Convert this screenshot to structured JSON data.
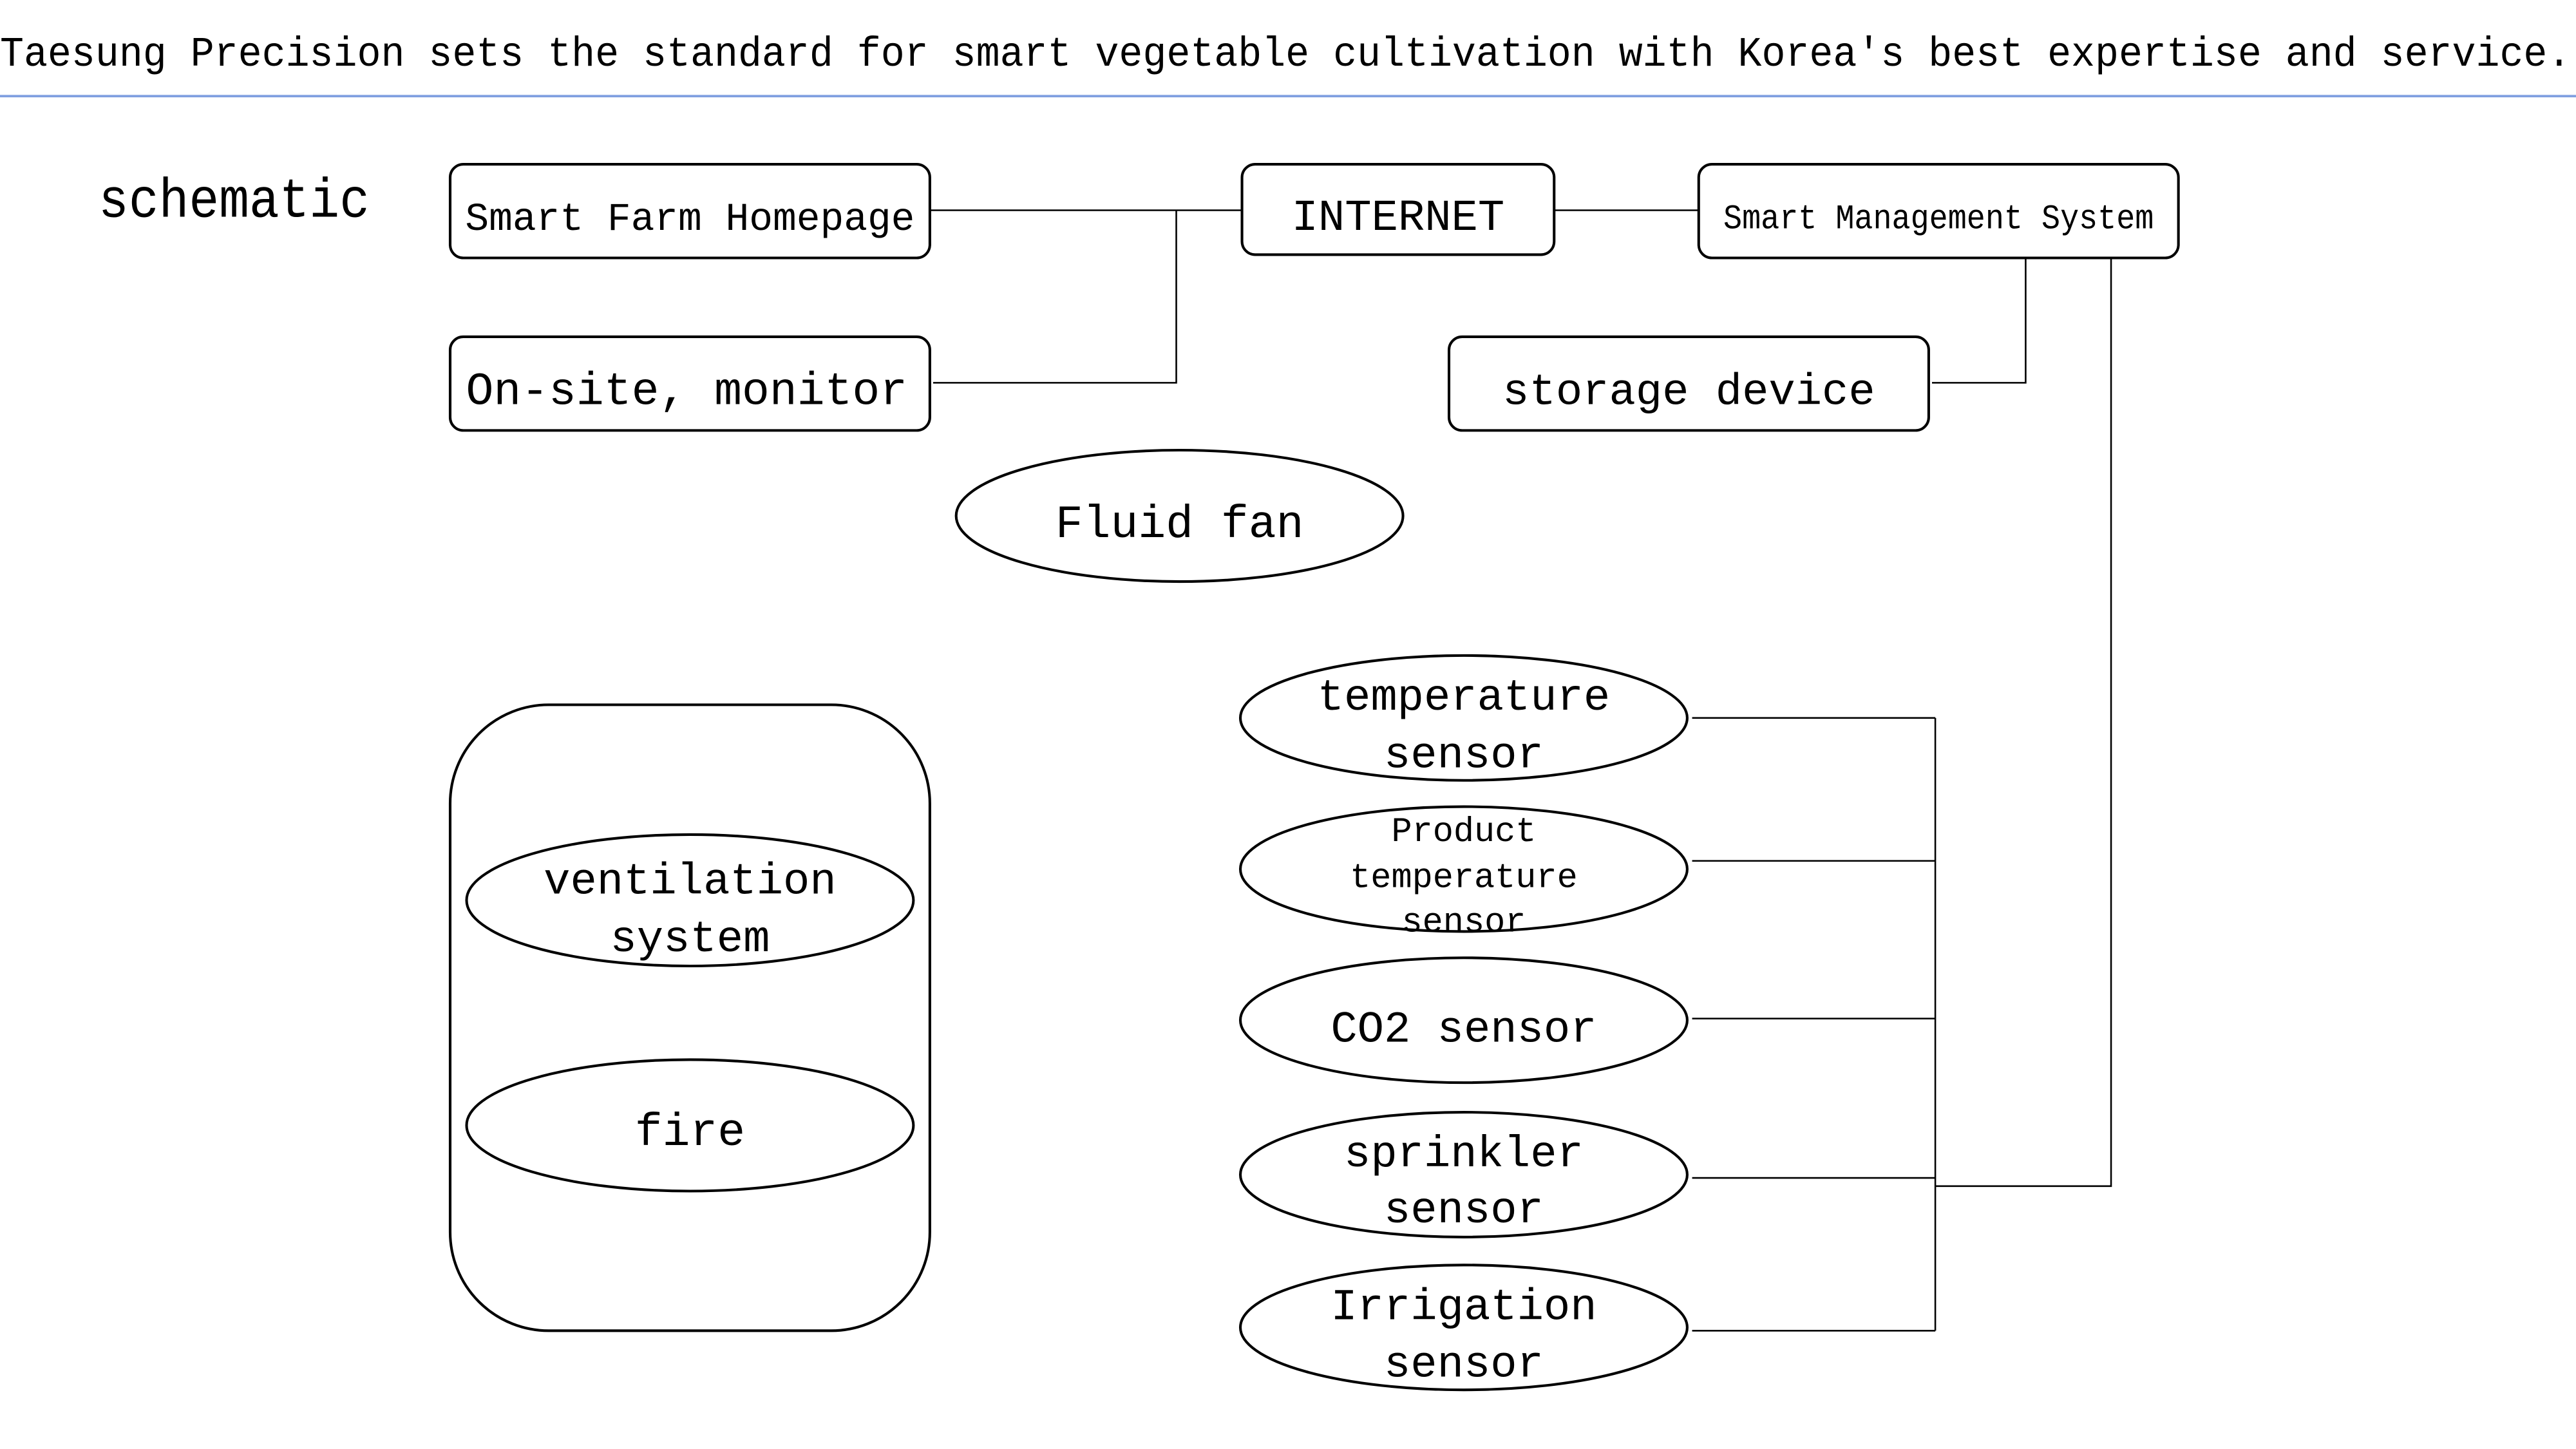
{
  "header": {
    "title": "Taesung Precision sets the standard for smart vegetable cultivation with Korea's best expertise and service.",
    "rule_color": "#7f9fe0"
  },
  "diagram": {
    "label": "schematic",
    "boxes": {
      "homepage": "Smart Farm Homepage",
      "internet": "INTERNET",
      "management": "Smart Management System",
      "onsite": "On-site, monitor",
      "storage": "storage device"
    },
    "fluid_fan": "Fluid fan",
    "group": {
      "ventilation": [
        "ventilation",
        "system"
      ],
      "fire": "fire"
    },
    "sensors": [
      {
        "lines": [
          "temperature",
          "sensor"
        ]
      },
      {
        "lines": [
          "Product",
          "temperature",
          "sensor"
        ]
      },
      {
        "lines": [
          "CO2 sensor"
        ]
      },
      {
        "lines": [
          "sprinkler",
          "sensor"
        ]
      },
      {
        "lines": [
          "Irrigation",
          "sensor"
        ]
      }
    ]
  }
}
